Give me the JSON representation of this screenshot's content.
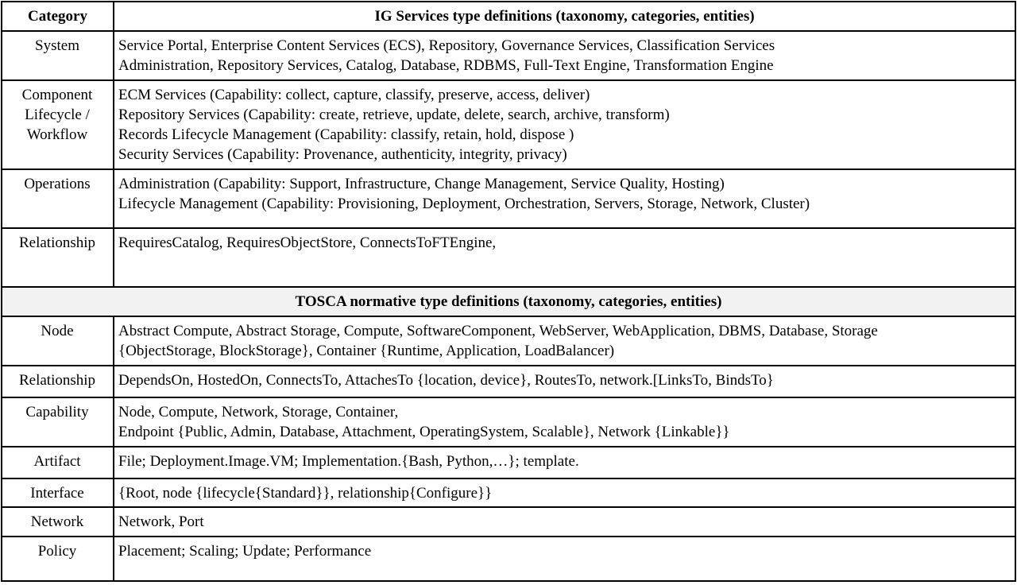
{
  "header": {
    "category": "Category",
    "ig_title": "IG Services type definitions (taxonomy, categories, entities)"
  },
  "ig_rows": [
    {
      "category": [
        "System"
      ],
      "lines": [
        "Service Portal, Enterprise Content Services (ECS), Repository, Governance Services, Classification Services",
        "Administration, Repository Services, Catalog, Database, RDBMS, Full-Text Engine, Transformation Engine"
      ]
    },
    {
      "category": [
        "Component",
        "Lifecycle  /",
        "Workflow"
      ],
      "lines": [
        "ECM Services (Capability: collect, capture, classify, preserve, access, deliver)",
        "Repository Services (Capability: create, retrieve, update, delete, search, archive, transform)",
        "Records Lifecycle Management (Capability: classify, retain, hold, dispose )",
        "Security Services (Capability:  Provenance, authenticity, integrity, privacy)"
      ]
    },
    {
      "category": [
        "Operations"
      ],
      "lines": [
        "Administration (Capability: Support, Infrastructure, Change Management, Service Quality, Hosting)",
        "Lifecycle Management (Capability: Provisioning, Deployment, Orchestration, Servers, Storage, Network, Cluster)"
      ]
    },
    {
      "category": [
        "Relationship"
      ],
      "lines": [
        "RequiresCatalog, RequiresObjectStore, ConnectsToFTEngine,"
      ]
    }
  ],
  "tosca_title": "TOSCA normative type definitions (taxonomy, categories, entities)",
  "tosca_rows": [
    {
      "category": [
        "Node"
      ],
      "lines": [
        "Abstract Compute, Abstract Storage, Compute, SoftwareComponent, WebServer, WebApplication, DBMS,  Database,  Storage",
        "{ObjectStorage, BlockStorage}, Container {Runtime, Application, LoadBalancer)"
      ]
    },
    {
      "category": [
        "Relationship"
      ],
      "lines": [
        "DependsOn, HostedOn,  ConnectsTo, AttachesTo {location, device}, RoutesTo, network.[LinksTo, BindsTo}"
      ]
    },
    {
      "category": [
        "Capability"
      ],
      "lines": [
        "Node, Compute, Network, Storage, Container,",
        "Endpoint {Public, Admin, Database, Attachment, OperatingSystem, Scalable}, Network {Linkable}}"
      ]
    },
    {
      "category": [
        "Artifact"
      ],
      "lines": [
        "File; Deployment.Image.VM; Implementation.{Bash, Python,…}; template."
      ]
    },
    {
      "category": [
        "Interface"
      ],
      "lines": [
        "{Root, node {lifecycle{Standard}}, relationship{Configure}}"
      ]
    },
    {
      "category": [
        "Network"
      ],
      "lines": [
        "Network, Port"
      ]
    },
    {
      "category": [
        "Policy"
      ],
      "lines": [
        "Placement; Scaling; Update; Performance"
      ]
    }
  ]
}
